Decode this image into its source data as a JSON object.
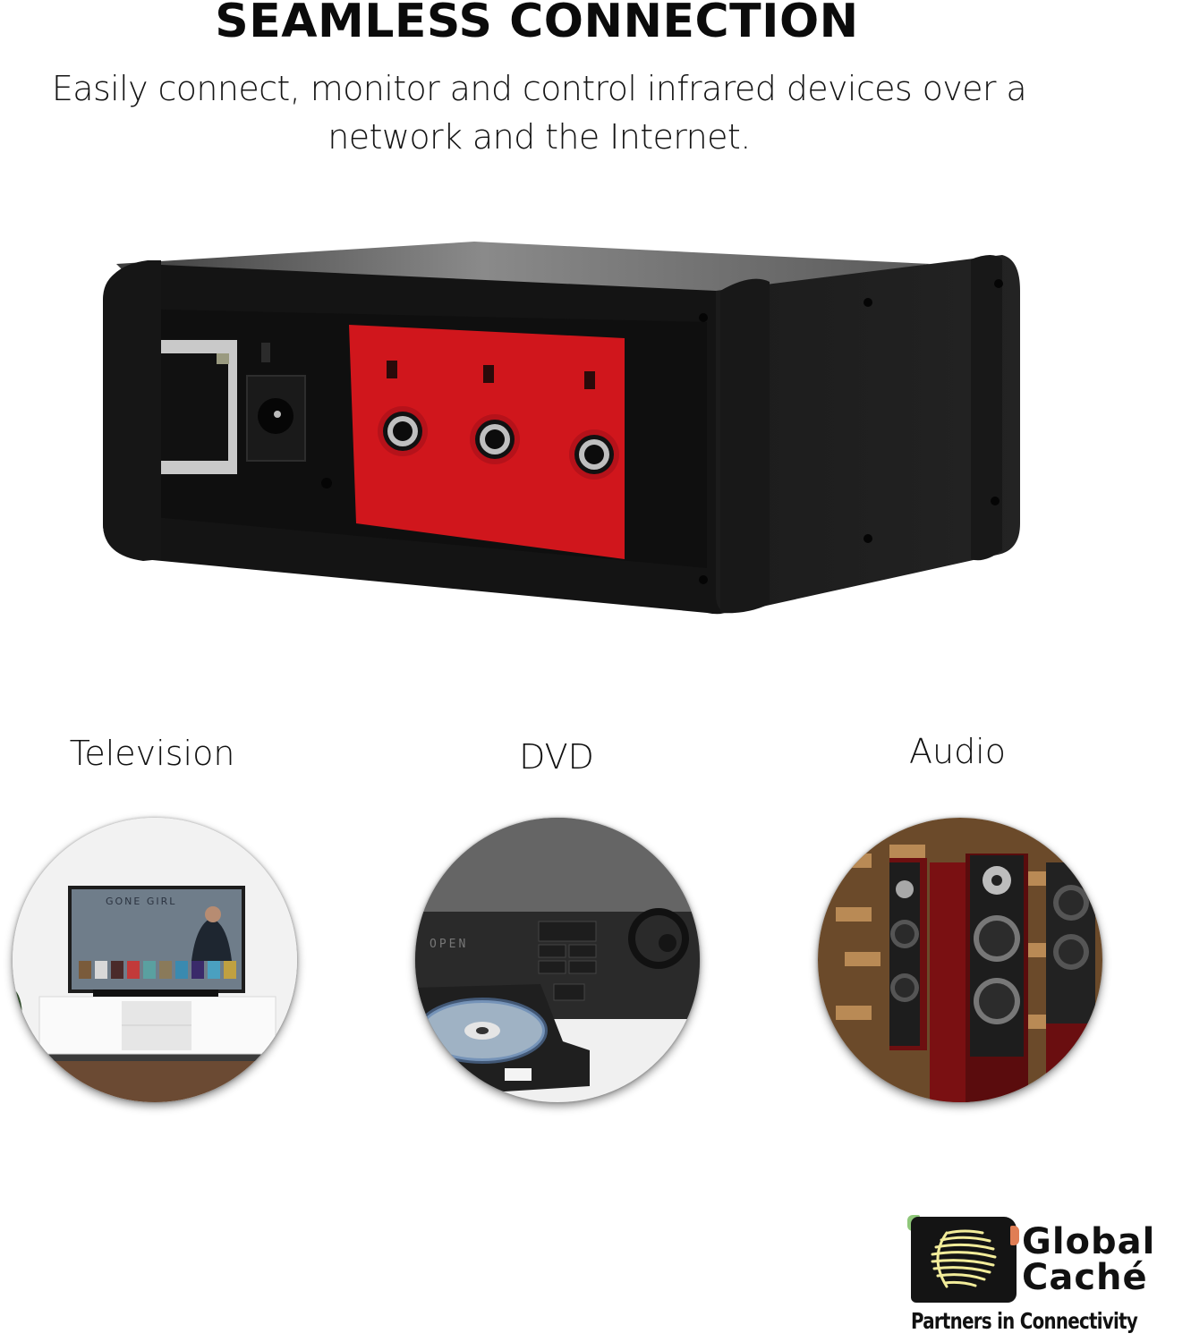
{
  "header": {
    "headline": "SEAMLESS CONNECTION",
    "subline_line1": "Easily connect, monitor and control infrared devices over a",
    "subline_line2": "network and the Internet."
  },
  "product": {
    "name": "IR network controller",
    "ports": [
      "ethernet-port",
      "power-jack",
      "ir-port-1",
      "ir-port-2",
      "ir-port-3"
    ],
    "colors": {
      "body": "#1b1b1b",
      "panel": "#d0161c",
      "top": "#5a5a5a"
    }
  },
  "devices": [
    {
      "label": "Television",
      "icon": "tv-icon",
      "screen_title": "GONE GIRL"
    },
    {
      "label": "DVD",
      "icon": "dvd-icon",
      "display_text": "OPEN"
    },
    {
      "label": "Audio",
      "icon": "speaker-icon"
    }
  ],
  "logo": {
    "name_line1": "Global",
    "name_line2": "Caché",
    "tagline": "Partners in Connectivity",
    "colors": {
      "mark": "#141414",
      "stripes": "#f2ec9a",
      "accent_green": "#8fc77a",
      "accent_orange": "#e07e55"
    }
  }
}
